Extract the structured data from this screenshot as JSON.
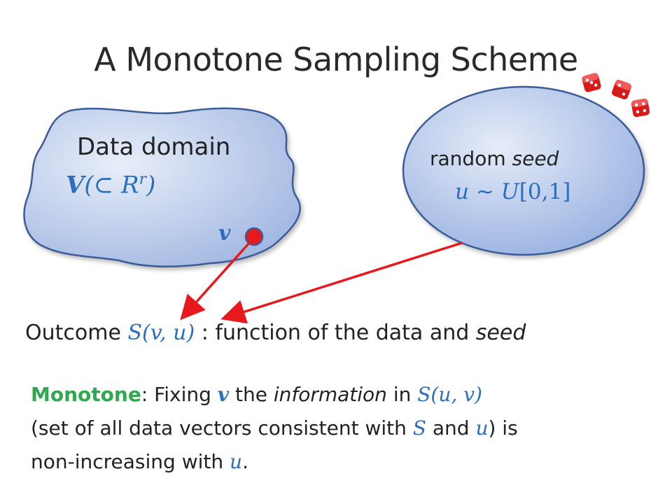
{
  "title": "A Monotone Sampling Scheme",
  "data_domain": {
    "label": "Data domain",
    "set_symbol": "V",
    "subset_expr": "(⊂ ",
    "space": "R",
    "space_exp": "r",
    "close": ")"
  },
  "point_label": "v",
  "seed": {
    "label_plain": "random ",
    "label_italic": "seed",
    "dist_var": "u",
    "dist_op": " ∼ ",
    "dist": "U",
    "dist_interval": "[0,1]"
  },
  "outcome": {
    "prefix": "Outcome ",
    "expr": "S(v, u)",
    "suffix": " : function of the data  and ",
    "suffix_italic": "seed"
  },
  "monotone": {
    "keyword": "Monotone",
    "t1": ":  Fixing ",
    "v": "v",
    "t2": "  the ",
    "info": "information",
    "t3": " in ",
    "expr": "S(u, v)",
    "t4": "(set of all data vectors consistent with ",
    "S": "S",
    "t5": " and ",
    "u": "u",
    "t6": ") is",
    "t7": "non-increasing with ",
    "u2": "u",
    "t8": "."
  },
  "colors": {
    "cloud_fill": "#a7bde6",
    "cloud_stroke": "#3a5c97",
    "seed_fill": "#9eb5e2",
    "arrow": "#e8191c",
    "point": "#e8191c",
    "math_blue": "#2a6ebd",
    "keyword_green": "#2fa84f"
  },
  "icons": [
    "dice-icon",
    "dice-icon",
    "dice-icon"
  ]
}
